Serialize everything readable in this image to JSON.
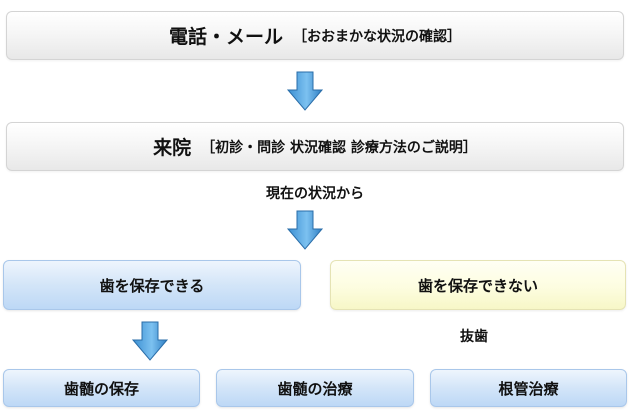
{
  "steps": {
    "contact": {
      "main": "電話・メール",
      "note": "［おおまかな状況の確認］"
    },
    "visit": {
      "main": "来院",
      "note": "［初診・問診 状況確認 診療方法のご説明］"
    }
  },
  "branch_label": "現在の状況から",
  "options": {
    "save": "歯を保存できる",
    "cannot_save": "歯を保存できない"
  },
  "extraction": "抜歯",
  "treatments": [
    "歯髄の保存",
    "歯髄の治療",
    "根管治療"
  ]
}
